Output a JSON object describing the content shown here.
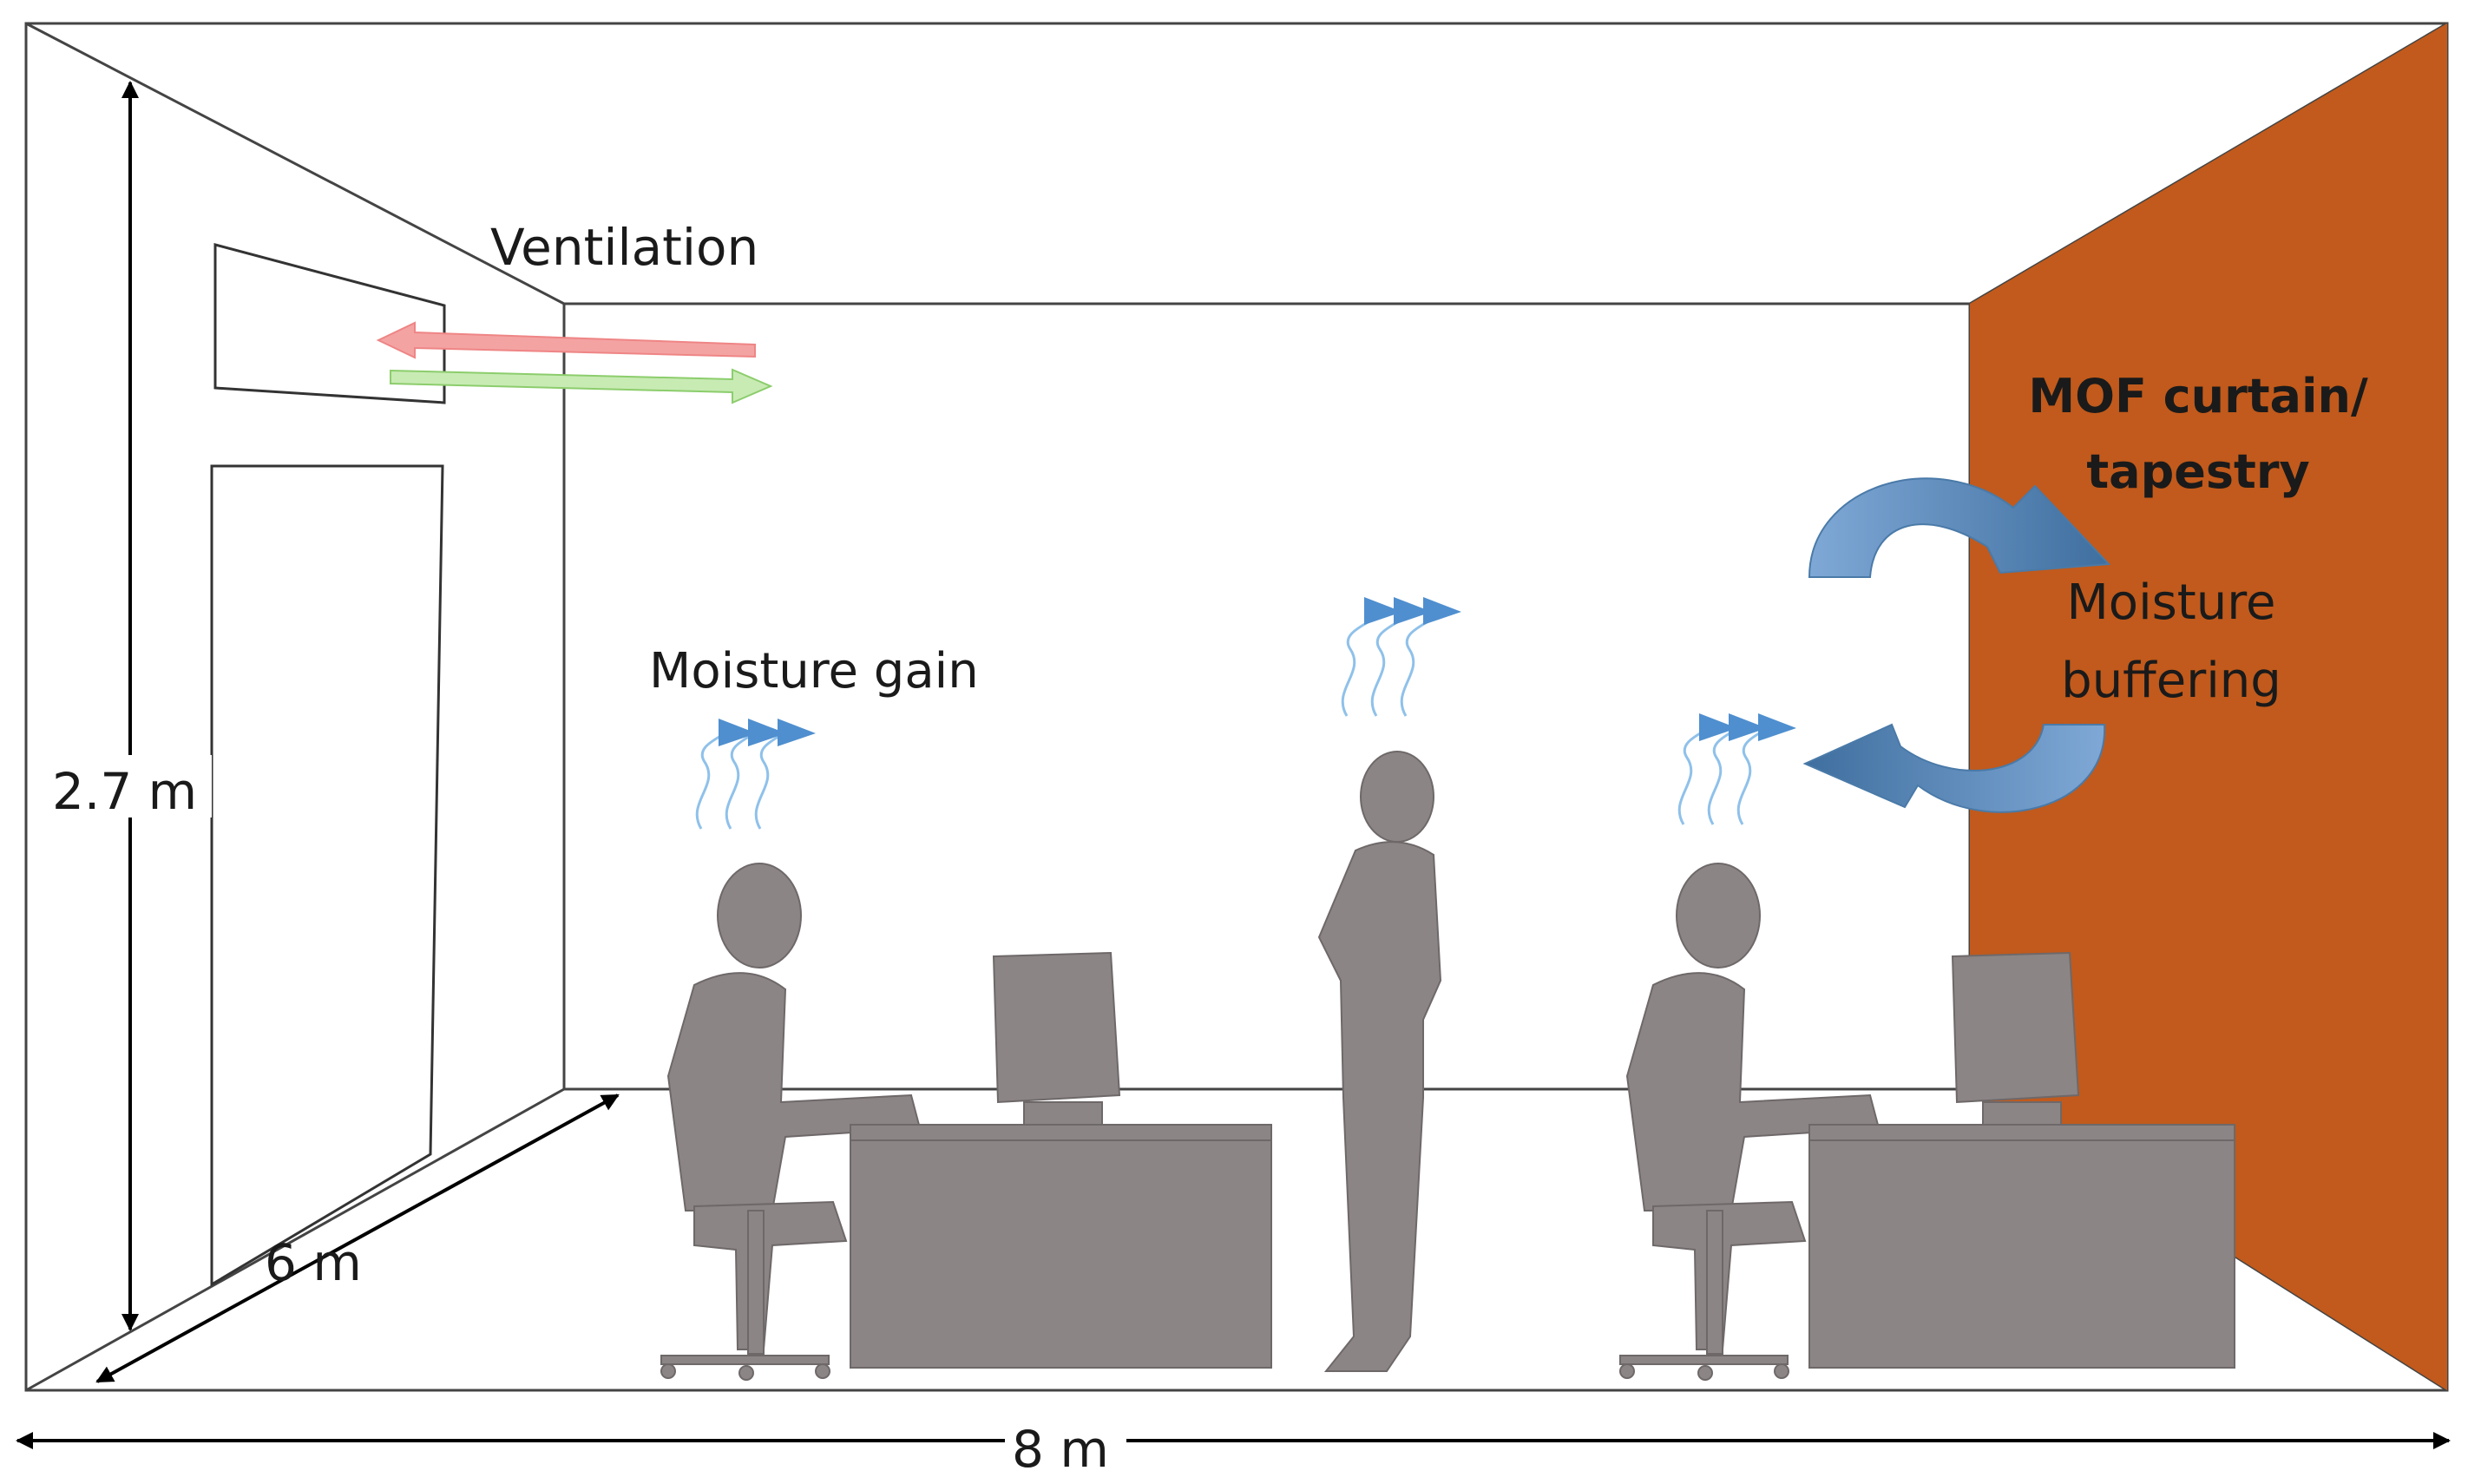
{
  "labels": {
    "ventilation": "Ventilation",
    "mof_line1": "MOF curtain/",
    "mof_line2": "tapestry",
    "buffer_line1": "Moisture",
    "buffer_line2": "buffering",
    "gain": "Moisture gain",
    "height": "2.7 m",
    "depth": "6 m",
    "width": "8 m"
  },
  "colors": {
    "curtain": "#c15a1c",
    "silhouette": "#8c8586",
    "outline": "#222222",
    "vent_out": "#ef8585",
    "vent_in": "#a8d98c",
    "moisture": "#4f8fcf",
    "buffer_arrow": "#5b86b8"
  }
}
